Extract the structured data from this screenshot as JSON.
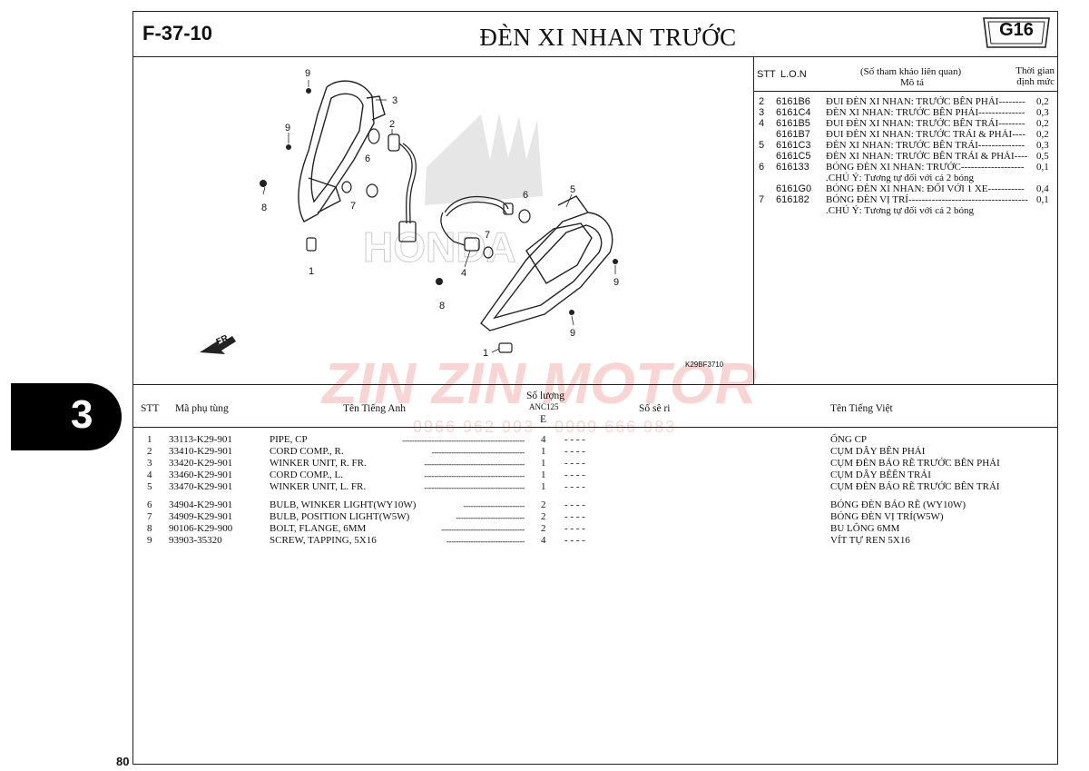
{
  "header": {
    "code": "F-37-10",
    "title": "ĐÈN XI NHAN TRƯỚC",
    "group": "G16",
    "chapter": "3",
    "page_number": "80"
  },
  "ref_table": {
    "col_stt": "STT",
    "col_lon": "L.O.N",
    "col_ref": "(Số tham khảo liên quan)",
    "col_desc": "Mô tả",
    "col_time": "Thời gian định mức",
    "rows": [
      {
        "stt": "2",
        "lon": "6161B6",
        "desc": "ĐUI ĐÈN XI NHAN: TRƯỚC BÊN PHẢI--------",
        "time": "0,2"
      },
      {
        "stt": "3",
        "lon": "6161C4",
        "desc": "ĐÈN XI NHAN: TRƯỚC BÊN PHẢI--------------",
        "time": "0,3"
      },
      {
        "stt": "4",
        "lon": "6161B5",
        "desc": "ĐUI ĐÈN XI NHAN: TRƯỚC BÊN TRÁI--------",
        "time": "0,2"
      },
      {
        "stt": "",
        "lon": "6161B7",
        "desc": "ĐUI ĐÈN XI NHAN: TRƯỚC TRÁI & PHẢI----",
        "time": "0,2"
      },
      {
        "stt": "5",
        "lon": "6161C3",
        "desc": "ĐÈN XI NHAN: TRƯỚC BÊN TRÁI--------------",
        "time": "0,3"
      },
      {
        "stt": "",
        "lon": "6161C5",
        "desc": "ĐÈN XI NHAN: TRƯỚC BÊN TRÁI & PHẢI----",
        "time": "0,5"
      },
      {
        "stt": "6",
        "lon": "616133",
        "desc": "BÓNG ĐÈN XI NHAN: TRƯỚC-------------------",
        "time": "0,1"
      },
      {
        "stt": "",
        "lon": "",
        "desc": ".CHÚ Ý: Tương tự đối với cả 2 bóng",
        "time": ""
      },
      {
        "stt": "",
        "lon": "6161G0",
        "desc": "BÓNG ĐÈN XI NHAN: ĐỐI VỚI 1 XE-----------",
        "time": "0,4"
      },
      {
        "stt": "7",
        "lon": "616182",
        "desc": "BÓNG ĐÈN VỊ TRÍ------------------------------------",
        "time": "0,1"
      },
      {
        "stt": "",
        "lon": "",
        "desc": ".CHÚ Ý: Tương tự đối với cả 2 bóng",
        "time": ""
      }
    ]
  },
  "diagram": {
    "image_code": "K29BF3710",
    "front_arrow": "FR.",
    "brand_watermark": "HONDA",
    "callouts": [
      "9",
      "3",
      "2",
      "9",
      "6",
      "8",
      "7",
      "7",
      "6",
      "5",
      "4",
      "9",
      "8",
      "9",
      "1",
      "1"
    ]
  },
  "parts_table": {
    "col_stt": "STT",
    "col_part": "Mã phụ tùng",
    "col_en": "Tên Tiếng Anh",
    "col_qty": "Số lượng",
    "col_model": "ANC125",
    "col_variant": "E",
    "col_serial": "Số sê ri",
    "col_vn": "Tên Tiếng Việt",
    "rows": [
      {
        "stt": "1",
        "part": "33113-K29-901",
        "en": "PIPE, CP",
        "dash": "--------------------------------------------------",
        "qty": "4",
        "serial": "-    -    -    -",
        "vn": "ỐNG CP"
      },
      {
        "stt": "2",
        "part": "33410-K29-901",
        "en": "CORD COMP., R.",
        "dash": "--------------------------------------",
        "qty": "1",
        "serial": "-    -    -    -",
        "vn": "CỤM DÂY BÊN PHẢI"
      },
      {
        "stt": "3",
        "part": "33420-K29-901",
        "en": "WINKER UNIT, R. FR.",
        "dash": "-----------------------------------------",
        "qty": "1",
        "serial": "-    -    -    -",
        "vn": "CỤM ĐÈN BÁO RẼ TRƯỚC BÊN PHẢI"
      },
      {
        "stt": "4",
        "part": "33460-K29-901",
        "en": "CORD COMP., L.",
        "dash": "-----------------------------------------",
        "qty": "1",
        "serial": "-    -    -    -",
        "vn": "CỤM DÂY BÊÊN TRÁI"
      },
      {
        "stt": "5",
        "part": "33470-K29-901",
        "en": "WINKER UNIT, L. FR.",
        "dash": "-----------------------------------------",
        "qty": "1",
        "serial": "-    -    -    -",
        "vn": "CỤM ĐÈN BÁO RẼ TRƯỚC BÊN TRÁI"
      },
      {
        "stt": "6",
        "part": "34904-K29-901",
        "en": "BULB, WINKER LIGHT(WY10W)",
        "dash": "-------------------------",
        "qty": "2",
        "serial": "-    -    -    -",
        "vn": "BÓNG ĐÈN BÁO RẼ (WY10W)"
      },
      {
        "stt": "7",
        "part": "34909-K29-901",
        "en": "BULB, POSITION LIGHT(W5W)",
        "dash": "----------------------------",
        "qty": "2",
        "serial": "-    -    -    -",
        "vn": "BÓNG ĐÈN VỊ TRÍ(W5W)"
      },
      {
        "stt": "8",
        "part": "90106-K29-900",
        "en": "BOLT, FLANGE, 6MM",
        "dash": "----------------------------------",
        "qty": "2",
        "serial": "-    -    -    -",
        "vn": "BU LÔNG 6MM"
      },
      {
        "stt": "9",
        "part": "93903-35320",
        "en": "SCREW, TAPPING, 5X16",
        "dash": "--------------------------------",
        "qty": "4",
        "serial": "-    -    -    -",
        "vn": "VÍT TỰ REN 5X16"
      }
    ]
  },
  "watermark": {
    "brand": "ZIN ZIN MOTOR",
    "phone": "0966 962 993 - 0909 666 983"
  },
  "colors": {
    "watermark": "#e0443a",
    "ink": "#111111"
  }
}
